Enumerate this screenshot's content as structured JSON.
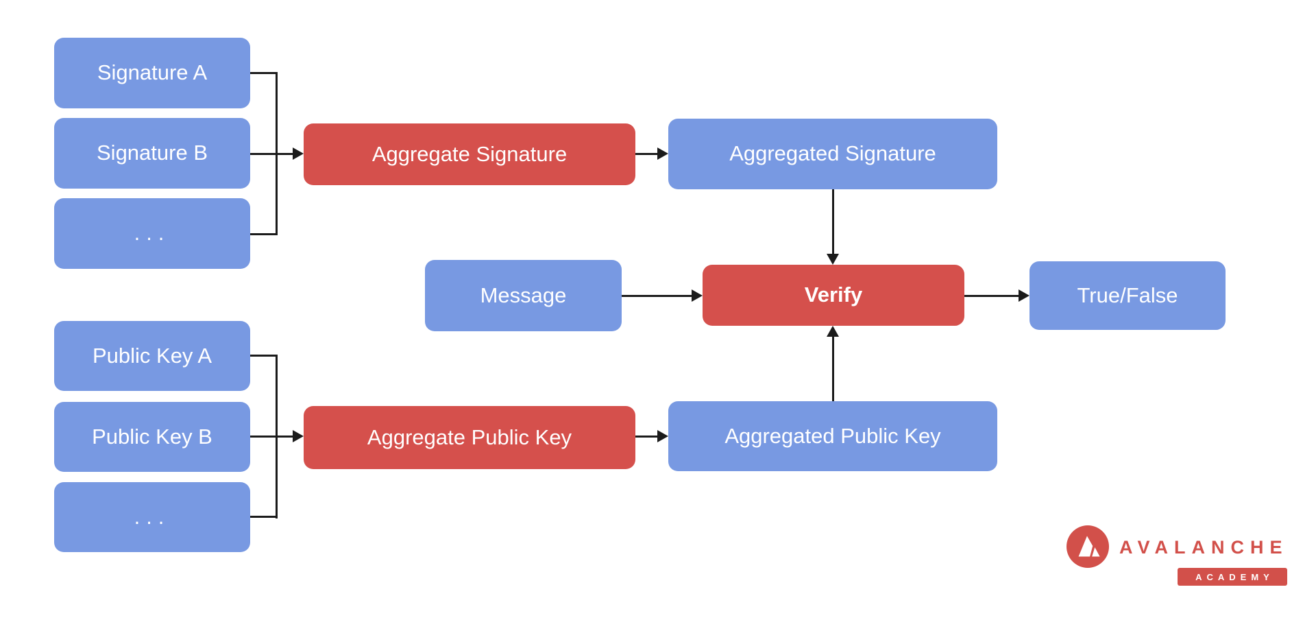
{
  "diagram": {
    "nodes": {
      "signature_a": {
        "label": "Signature A"
      },
      "signature_b": {
        "label": "Signature B"
      },
      "signature_more": {
        "label": "..."
      },
      "aggregate_signature": {
        "label": "Aggregate Signature"
      },
      "aggregated_signature": {
        "label": "Aggregated Signature"
      },
      "message": {
        "label": "Message"
      },
      "verify": {
        "label": "Verify"
      },
      "true_false": {
        "label": "True/False"
      },
      "public_key_a": {
        "label": "Public Key A"
      },
      "public_key_b": {
        "label": "Public Key B"
      },
      "public_key_more": {
        "label": "..."
      },
      "aggregate_public_key": {
        "label": "Aggregate Public Key"
      },
      "aggregated_public_key": {
        "label": "Aggregated Public Key"
      }
    },
    "edges": [
      {
        "from": "signature_a",
        "to": "aggregate_signature"
      },
      {
        "from": "signature_b",
        "to": "aggregate_signature"
      },
      {
        "from": "signature_more",
        "to": "aggregate_signature"
      },
      {
        "from": "aggregate_signature",
        "to": "aggregated_signature"
      },
      {
        "from": "aggregated_signature",
        "to": "verify"
      },
      {
        "from": "message",
        "to": "verify"
      },
      {
        "from": "public_key_a",
        "to": "aggregate_public_key"
      },
      {
        "from": "public_key_b",
        "to": "aggregate_public_key"
      },
      {
        "from": "public_key_more",
        "to": "aggregate_public_key"
      },
      {
        "from": "aggregate_public_key",
        "to": "aggregated_public_key"
      },
      {
        "from": "aggregated_public_key",
        "to": "verify"
      },
      {
        "from": "verify",
        "to": "true_false"
      }
    ],
    "colors": {
      "node_blue": "#7899E2",
      "node_red": "#D5504C",
      "node_text": "#FFFFFF",
      "connector": "#1B1B1B",
      "background": "#FFFFFF"
    }
  },
  "branding": {
    "logo_icon": "avalanche-logo-icon",
    "name": "AVALANCHE",
    "badge": "ACADEMY",
    "brand_red": "#D2504A"
  }
}
